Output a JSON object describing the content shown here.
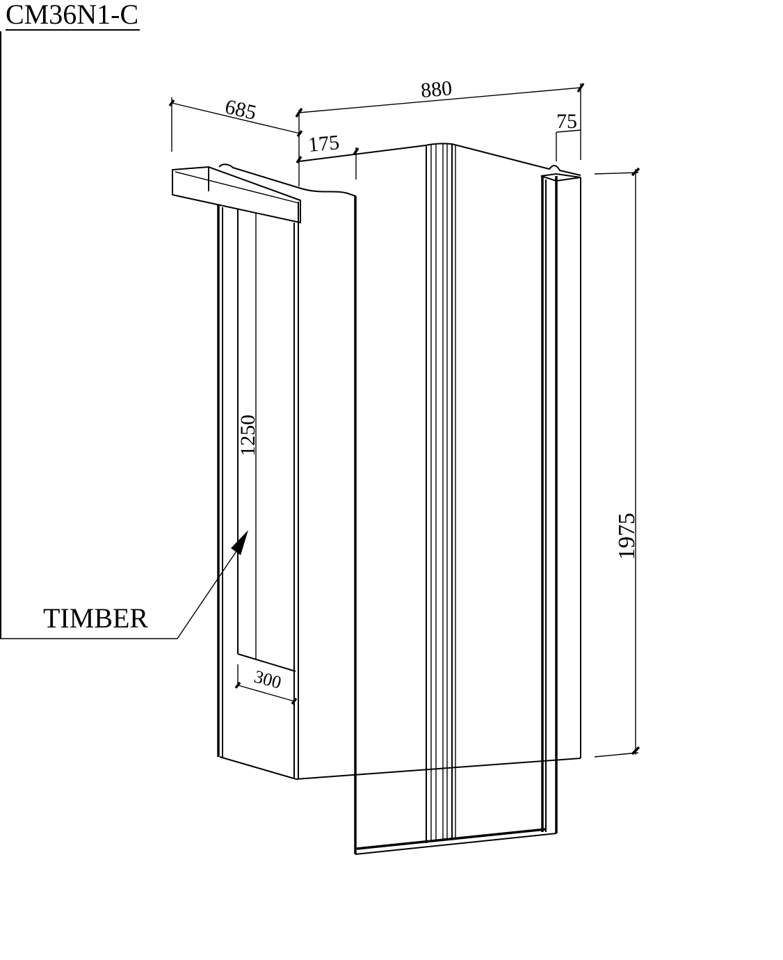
{
  "title": "CM36N1-C",
  "label": "TIMBER",
  "dimensions": {
    "depth": "685",
    "width": "880",
    "return_left": "175",
    "return_right": "75",
    "height": "1975",
    "window_height": "1250",
    "window_width": "300"
  }
}
